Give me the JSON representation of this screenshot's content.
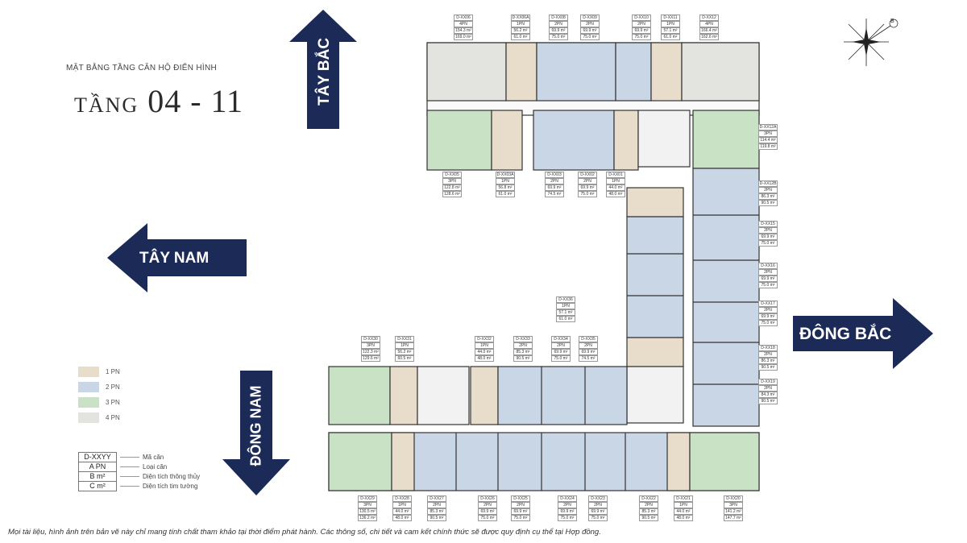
{
  "header": {
    "subtitle": "MẶT BẰNG TẦNG CĂN HỘ ĐIỂN HÌNH",
    "title_prefix": "TẦNG",
    "title_floors": "04 - 11"
  },
  "directions": {
    "north_west": "TÂY BẮC",
    "south_west": "TÂY NAM",
    "north_east": "ĐÔNG BẮC",
    "south_east": "ĐÔNG NAM"
  },
  "compass": {
    "label": "B"
  },
  "legend": {
    "items": [
      {
        "label": "1 PN",
        "color": "#e8dccb"
      },
      {
        "label": "2 PN",
        "color": "#c9d6e6"
      },
      {
        "label": "3 PN",
        "color": "#c9e2c5"
      },
      {
        "label": "4 PN",
        "color": "#e3e3df"
      }
    ]
  },
  "key": {
    "rows": [
      {
        "code": "D-XXYY",
        "desc": "Mã căn"
      },
      {
        "code": "A PN",
        "desc": "Loại căn"
      },
      {
        "code": "B m²",
        "desc": "Diện tích thông thủy"
      },
      {
        "code": "C m²",
        "desc": "Diện tích tim tường"
      }
    ]
  },
  "units_top": [
    {
      "code": "D-XX06",
      "type": "4PN",
      "a": "154.3",
      "b": "169.0"
    },
    {
      "code": "D-XX06A",
      "type": "1PN",
      "a": "56.2",
      "b": "61.0"
    },
    {
      "code": "D-XX08",
      "type": "2PN",
      "a": "69.9",
      "b": "75.0"
    },
    {
      "code": "D-XX09",
      "type": "2PN",
      "a": "69.9",
      "b": "75.0"
    },
    {
      "code": "D-XX10",
      "type": "2PN",
      "a": "69.9",
      "b": "75.0"
    },
    {
      "code": "D-XX11",
      "type": "1PN",
      "a": "57.1",
      "b": "61.0"
    },
    {
      "code": "D-XX12",
      "type": "4PN",
      "a": "166.4",
      "b": "162.6"
    }
  ],
  "units_middle": [
    {
      "code": "D-XX05",
      "type": "3PN",
      "a": "122.8",
      "b": "128.6"
    },
    {
      "code": "D-XX03A",
      "type": "1PN",
      "a": "56.8",
      "b": "61.0"
    },
    {
      "code": "D-XX03",
      "type": "2PN",
      "a": "69.9",
      "b": "74.5"
    },
    {
      "code": "D-XX02",
      "type": "2PN",
      "a": "69.9",
      "b": "75.0"
    },
    {
      "code": "D-XX01",
      "type": "1PN",
      "a": "44.0",
      "b": "48.0"
    }
  ],
  "units_right": [
    {
      "code": "D-XX12A",
      "type": "3PN",
      "a": "114.4",
      "b": "119.8"
    },
    {
      "code": "D-XX12B",
      "type": "2PN",
      "a": "86.3",
      "b": "90.5"
    },
    {
      "code": "D-XX15",
      "type": "2PN",
      "a": "69.9",
      "b": "75.0"
    },
    {
      "code": "D-XX16",
      "type": "2PN",
      "a": "69.9",
      "b": "75.0"
    },
    {
      "code": "D-XX17",
      "type": "2PN",
      "a": "69.9",
      "b": "75.0"
    },
    {
      "code": "D-XX18",
      "type": "2PN",
      "a": "86.3",
      "b": "90.5"
    },
    {
      "code": "D-XX19",
      "type": "2PN",
      "a": "84.3",
      "b": "90.5"
    }
  ],
  "unit_center": {
    "code": "D-XX36",
    "type": "1PN",
    "a": "57.1",
    "b": "61.0"
  },
  "units_lower_top": [
    {
      "code": "D-XX30",
      "type": "3PN",
      "a": "122.3",
      "b": "129.6"
    },
    {
      "code": "D-XX31",
      "type": "1PN",
      "a": "56.2",
      "b": "60.5"
    },
    {
      "code": "D-XX32",
      "type": "1PN",
      "a": "44.0",
      "b": "48.0"
    },
    {
      "code": "D-XX33",
      "type": "2PN",
      "a": "85.3",
      "b": "90.5"
    },
    {
      "code": "D-XX34",
      "type": "2PN",
      "a": "69.9",
      "b": "75.0"
    },
    {
      "code": "D-XX35",
      "type": "2PN",
      "a": "69.9",
      "b": "74.5"
    }
  ],
  "units_bottom": [
    {
      "code": "D-XX29",
      "type": "3PN",
      "a": "130.5",
      "b": "136.2"
    },
    {
      "code": "D-XX28",
      "type": "1PN",
      "a": "44.0",
      "b": "48.0"
    },
    {
      "code": "D-XX27",
      "type": "2PN",
      "a": "85.3",
      "b": "90.5"
    },
    {
      "code": "D-XX26",
      "type": "2PN",
      "a": "69.9",
      "b": "75.0"
    },
    {
      "code": "D-XX25",
      "type": "2PN",
      "a": "69.9",
      "b": "75.0"
    },
    {
      "code": "D-XX24",
      "type": "2PN",
      "a": "69.9",
      "b": "75.0"
    },
    {
      "code": "D-XX23",
      "type": "2PN",
      "a": "69.9",
      "b": "75.0"
    },
    {
      "code": "D-XX22",
      "type": "2PN",
      "a": "85.3",
      "b": "90.5"
    },
    {
      "code": "D-XX21",
      "type": "1PN",
      "a": "44.0",
      "b": "48.0"
    },
    {
      "code": "D-XX20",
      "type": "3PN",
      "a": "141.2",
      "b": "147.7"
    }
  ],
  "footer": {
    "disclaimer": "Mọi tài liệu, hình ảnh trên bản vẽ này chỉ mang tính chất tham khảo tại thời điểm phát hành. Các thông số, chi tiết và cam kết chính thức sẽ được quy định cụ thể tại Hợp đồng."
  }
}
